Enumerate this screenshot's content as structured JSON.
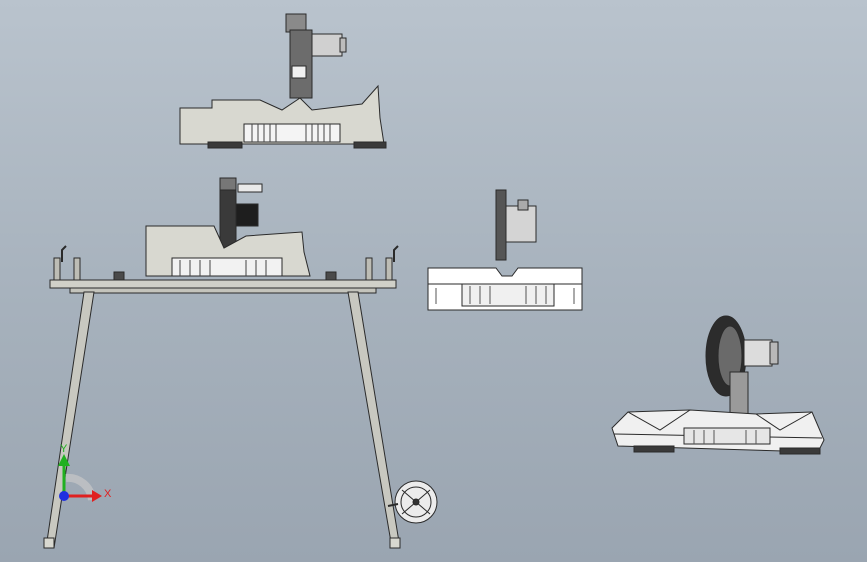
{
  "viewport": {
    "background_top": "#b9c3cd",
    "background_bottom": "#9aa5b1"
  },
  "views": [
    {
      "id": "top-left",
      "subject": "miter-saw"
    },
    {
      "id": "front",
      "subject": "miter-saw-on-stand"
    },
    {
      "id": "side",
      "subject": "miter-saw"
    },
    {
      "id": "isometric",
      "subject": "miter-saw"
    }
  ],
  "triad": {
    "x_label": "X",
    "y_label": "Y",
    "x_color": "#e02020",
    "y_color": "#20b020",
    "z_color": "#2030e0"
  },
  "colors": {
    "body": "#d8d8d0",
    "edge": "#2a2a2a",
    "dark": "#555555",
    "light": "#f2f2f2"
  }
}
